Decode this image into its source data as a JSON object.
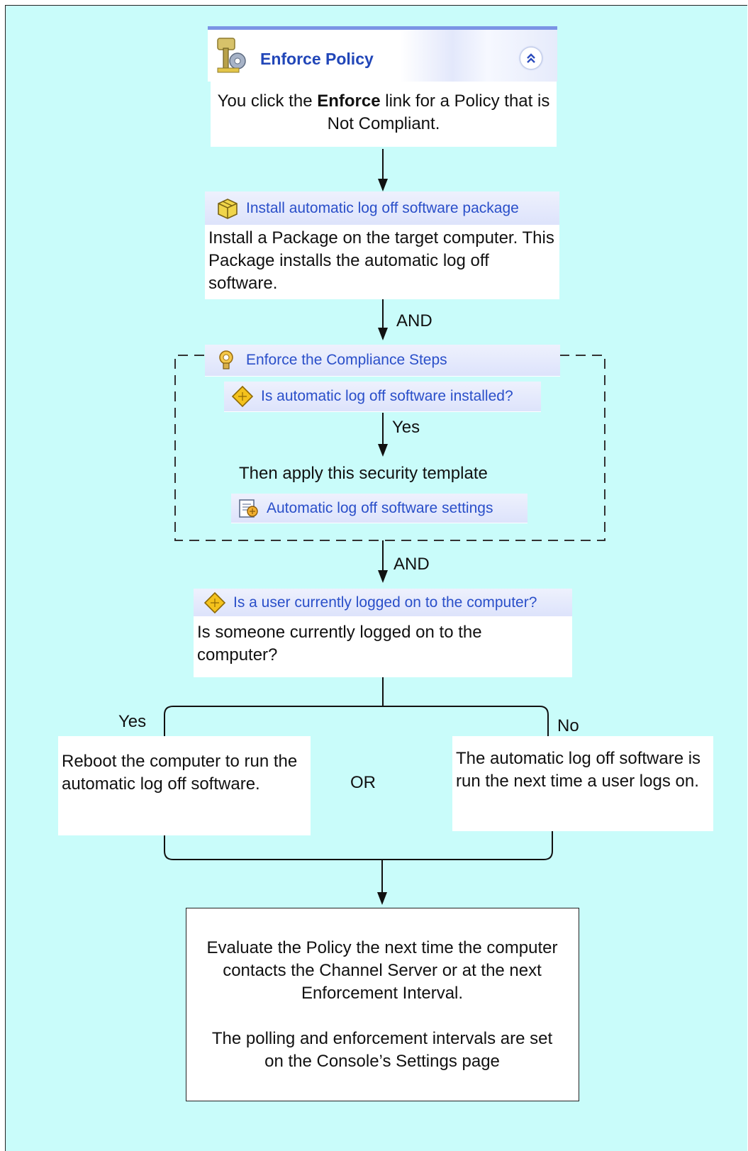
{
  "enforce_policy": {
    "title": "Enforce Policy",
    "body_before": "You click the ",
    "body_bold": "Enforce",
    "body_after": " link for a Policy that is Not Compliant.",
    "icon": "wrench-gear-icon",
    "collapse_icon": "chevron-up-double-icon"
  },
  "install_package": {
    "header": "Install automatic log off software package",
    "body": "Install a Package on the target computer. This Package installs the automatic log off software.",
    "icon": "package-icon"
  },
  "connector_labels": {
    "and_1": "AND",
    "and_2": "AND",
    "yes_inner": "Yes",
    "yes_branch": "Yes",
    "no_branch": "No",
    "or": "OR"
  },
  "compliance_group": {
    "header": "Enforce the Compliance Steps",
    "icon": "lightbulb-icon",
    "condition": "Is automatic log off software installed?",
    "condition_icon": "diamond-condition-icon",
    "then_text": "Then apply this security template",
    "template": "Automatic log off software settings",
    "template_icon": "security-template-icon"
  },
  "user_check": {
    "header": "Is a user currently logged on to the computer?",
    "icon": "diamond-condition-icon",
    "body": "Is someone currently logged on to the computer?"
  },
  "reboot": {
    "body": "Reboot the computer to run the automatic log off software."
  },
  "next_logon": {
    "body": "The automatic log off software is run the next time a user logs on."
  },
  "evaluate": {
    "line1": "Evaluate the Policy the next time the computer contacts the Channel Server or at the next Enforcement Interval.",
    "line2": "The polling and enforcement intervals are set on the Console’s Settings page"
  },
  "colors": {
    "background": "#c9fcfa",
    "header_text": "#2a4fc9",
    "header_fill": "#dde3fb",
    "title_border": "#7b94e5"
  }
}
